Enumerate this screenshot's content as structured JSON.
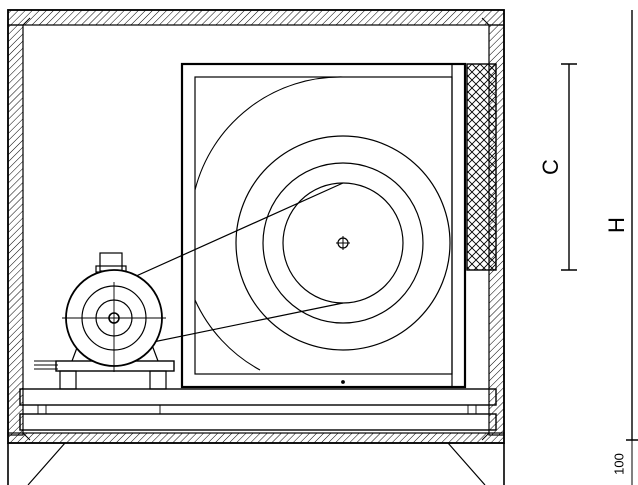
{
  "dimensions": {
    "c_label": "C",
    "h_label": "H",
    "base_label": "100"
  },
  "colors": {
    "line": "#000000",
    "background": "#ffffff"
  }
}
